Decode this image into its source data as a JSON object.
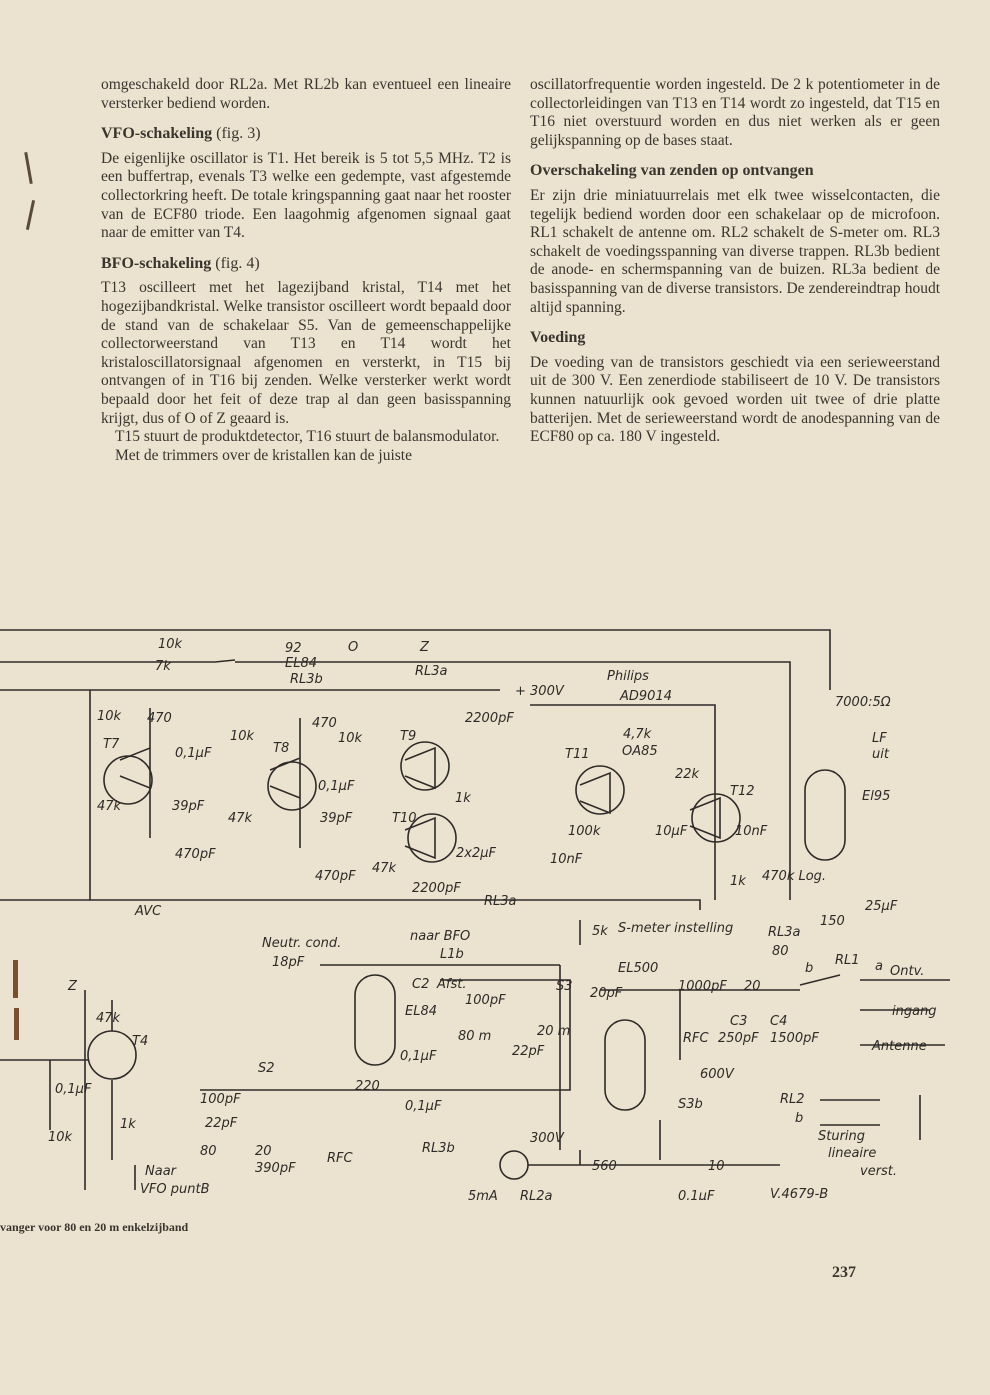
{
  "left_column": {
    "p0": "omgeschakeld door RL2a. Met RL2b kan eventueel een lineaire versterker bediend worden.",
    "h_vfo": "VFO-schakeling",
    "h_vfo_fig": "(fig. 3)",
    "p_vfo": "De eigenlijke oscillator is T1. Het bereik is 5 tot 5,5 MHz. T2 is een buffertrap, evenals T3 welke een gedempte, vast afgestemde collectorkring heeft. De totale kringspanning gaat naar het rooster van de ECF80 triode. Een laagohmig afgenomen signaal gaat naar de emitter van T4.",
    "h_bfo": "BFO-schakeling",
    "h_bfo_fig": "(fig. 4)",
    "p_bfo1": "T13 oscilleert met het lagezijband kristal, T14 met het hogezijbandkristal. Welke transistor oscilleert wordt bepaald door de stand van de schakelaar S5. Van de gemeenschappelijke collectorweerstand van T13 en T14 wordt het kristaloscillatorsignaal afgenomen en versterkt, in T15 bij ontvangen of in T16 bij zenden. Welke versterker werkt wordt bepaald door het feit of deze trap al dan geen basisspanning krijgt, dus of O of Z geaard is.",
    "p_bfo2": "T15 stuurt de produktdetector, T16 stuurt de balansmodulator.",
    "p_bfo3": "Met de trimmers over de kristallen kan de juiste"
  },
  "right_column": {
    "p0": "oscillatorfrequentie worden ingesteld. De 2 k potentiometer in de collectorleidingen van T13 en T14 wordt zo ingesteld, dat T15 en T16 niet overstuurd worden en dus niet werken als er geen gelijkspanning op de bases staat.",
    "h_over": "Overschakeling van zenden op ontvangen",
    "p_over": "Er zijn drie miniatuurrelais met elk twee wisselcontacten, die tegelijk bediend worden door een schakelaar op de microfoon. RL1 schakelt de antenne om. RL2 schakelt de S-meter om. RL3 schakelt de voedingsspanning van diverse trappen. RL3b bedient de anode- en schermspanning van de buizen. RL3a bedient de basisspanning van de diverse transistors. De zendereindtrap houdt altijd spanning.",
    "h_voeding": "Voeding",
    "p_voeding": "De voeding van de transistors geschiedt via een serieweerstand uit de 300 V. Een zenerdiode stabiliseert de 10 V. De transistors kunnen natuurlijk ook gevoed worden uit twee of drie platte batterijen. Met de serieweerstand wordt de anodespanning van de ECF80 op ca. 180 V ingesteld."
  },
  "schematic": {
    "labels": [
      "10k",
      "7k",
      "92",
      "O",
      "Z",
      "EL84",
      "RL3b",
      "RL3a",
      "+ 300V",
      "Philips",
      "AD9014",
      "7000:5Ω",
      "LF",
      "uit",
      "10k",
      "470",
      "T7",
      "0,1µF",
      "47k",
      "39pF",
      "470pF",
      "10k",
      "T8",
      "470",
      "10k",
      "0,1µF",
      "47k",
      "39pF",
      "470pF",
      "T9",
      "2200pF",
      "T10",
      "1k",
      "47k",
      "2200pF",
      "2x2µF",
      "RL3a",
      "T11",
      "4,7k",
      "OA85",
      "22k",
      "T12",
      "100k",
      "10µF",
      "10nF",
      "10nF",
      "1k",
      "470k Log.",
      "El95",
      "150",
      "25µF",
      "AVC",
      "naar BFO",
      "L1b",
      "5k",
      "S-meter instelling",
      "RL3a",
      "Neutr. cond.",
      "18pF",
      "C2",
      "Afst.",
      "100pF",
      "S3",
      "EL84",
      "80 m",
      "20 m",
      "22pF",
      "0,1µF",
      "220",
      "0,1µF",
      "EL500",
      "80",
      "20pF",
      "1000pF",
      "20",
      "C3",
      "C4",
      "250pF",
      "1500pF",
      "RFC",
      "600V",
      "RL1",
      "b",
      "a",
      "Ontv.",
      "ingang",
      "Antenne",
      "Z",
      "47k",
      "T4",
      "0,1µF",
      "10k",
      "1k",
      "Naar",
      "VFO puntB",
      "S2",
      "100pF",
      "22pF",
      "80",
      "20",
      "390pF",
      "RFC",
      "RL3b",
      "300V",
      "5mA",
      "RL2a",
      "560",
      "10",
      "0,1µF",
      "S3b",
      "RL2",
      "b",
      "Sturing",
      "lineaire",
      "verst.",
      "V.4679-B"
    ]
  },
  "caption": "vanger voor 80 en 20 m enkelzijband",
  "page_number": "237"
}
